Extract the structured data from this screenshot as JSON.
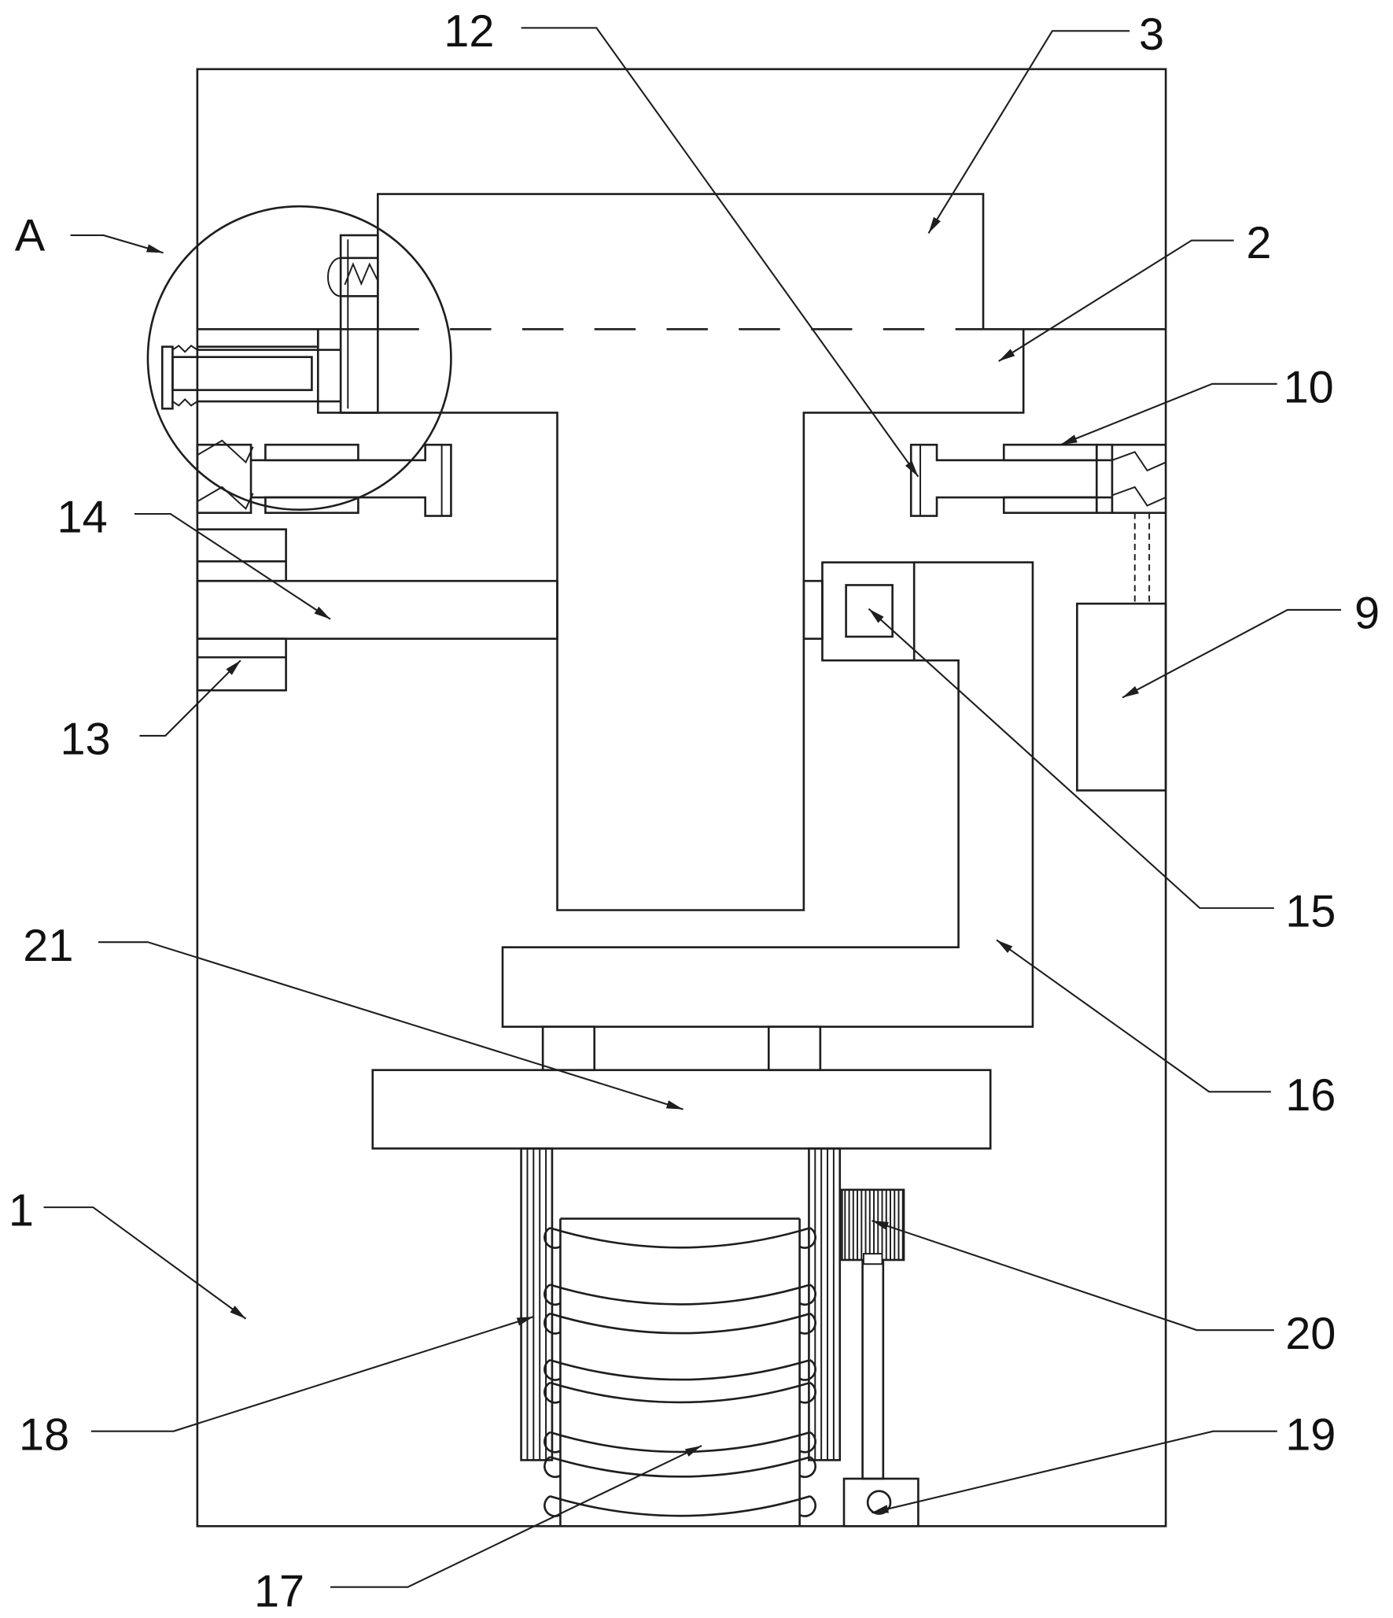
{
  "figure": {
    "type": "patent mechanical drawing",
    "labels": {
      "A": "A",
      "l1": "1",
      "l2": "2",
      "l3": "3",
      "l9": "9",
      "l10": "10",
      "l12": "12",
      "l13": "13",
      "l14": "14",
      "l15": "15",
      "l16": "16",
      "l17": "17",
      "l18": "18",
      "l19": "19",
      "l20": "20",
      "l21": "21"
    },
    "colors": {
      "line": "#1e1e1e",
      "background": "#ffffff"
    }
  }
}
